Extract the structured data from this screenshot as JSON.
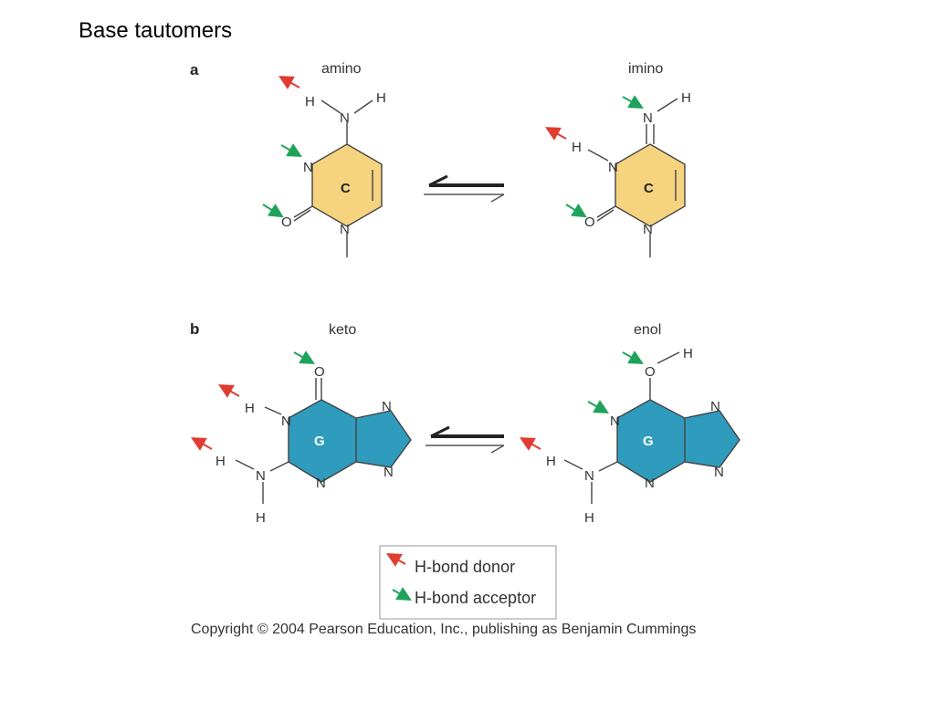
{
  "title": "Base tautomers",
  "colors": {
    "cytosine": "#f6d47f",
    "guanine": "#2f9bbd",
    "donor": "#e03c31",
    "acceptor": "#1fa35a"
  },
  "panel_a": {
    "letter": "a",
    "left": {
      "label": "amino",
      "ring": "C"
    },
    "right": {
      "label": "imino",
      "ring": "C"
    }
  },
  "panel_b": {
    "letter": "b",
    "left": {
      "label": "keto",
      "ring": "G"
    },
    "right": {
      "label": "enol",
      "ring": "G"
    }
  },
  "atoms": {
    "H": "H",
    "N": "N",
    "O": "O"
  },
  "legend": {
    "donor": "H-bond donor",
    "acceptor": "H-bond acceptor"
  },
  "copyright": "Copyright © 2004 Pearson Education, Inc., publishing as Benjamin Cummings"
}
